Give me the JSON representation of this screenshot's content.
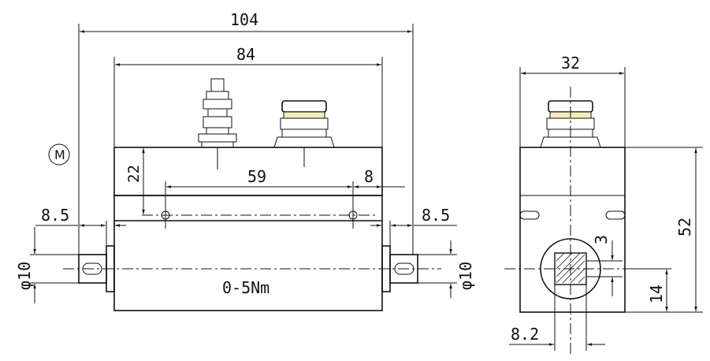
{
  "drawing": {
    "dimensions": {
      "overall_length": "104",
      "body_length": "84",
      "height_22": "22",
      "hole_spacing": "59",
      "hole_offset": "8",
      "shaft_left": "8.5",
      "shaft_right": "8.5",
      "shaft_dia_left": "φ10",
      "shaft_dia_right": "φ10",
      "side_width": "32",
      "side_height": "52",
      "key_width": "3",
      "shaft_center_height": "14",
      "bottom_offset": "8.2"
    },
    "rating_label": "0-5Nm",
    "motor_symbol": "M"
  }
}
